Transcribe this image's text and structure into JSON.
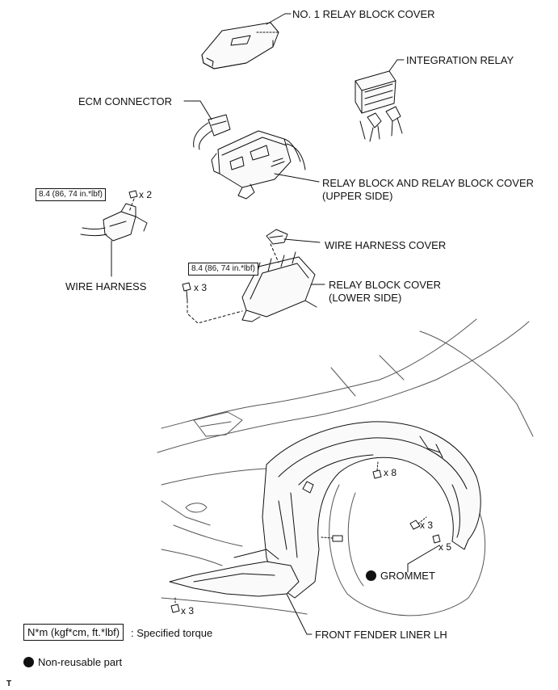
{
  "labels": {
    "relay_block_cover_no1": "NO. 1 RELAY BLOCK COVER",
    "integration_relay": "INTEGRATION RELAY",
    "ecm_connector": "ECM CONNECTOR",
    "relay_block_upper_1": "RELAY BLOCK AND RELAY BLOCK COVER",
    "relay_block_upper_2": "(UPPER SIDE)",
    "wire_harness_cover": "WIRE HARNESS COVER",
    "relay_block_lower_1": "RELAY BLOCK COVER",
    "relay_block_lower_2": "(LOWER SIDE)",
    "wire_harness": "WIRE HARNESS",
    "grommet": "GROMMET",
    "front_fender_liner": "FRONT FENDER LINER LH"
  },
  "torques": {
    "wire_harness_nut": "8.4 (86, 74 in.*lbf)",
    "relay_cover_bolt": "8.4 (86, 74 in.*lbf)"
  },
  "quantities": {
    "nut_x2": "x 2",
    "bolt_x3_upper": "x 3",
    "clip_x8": "x 8",
    "screw_x3_right": "x 3",
    "clip_x5": "x 5",
    "screw_x3_bottom": "x 3"
  },
  "legend": {
    "torque_unit": "N*m (kgf*cm, ft.*lbf)",
    "torque_desc": ": Specified torque",
    "non_reusable": "Non-reusable part"
  },
  "corner_mark": "T"
}
